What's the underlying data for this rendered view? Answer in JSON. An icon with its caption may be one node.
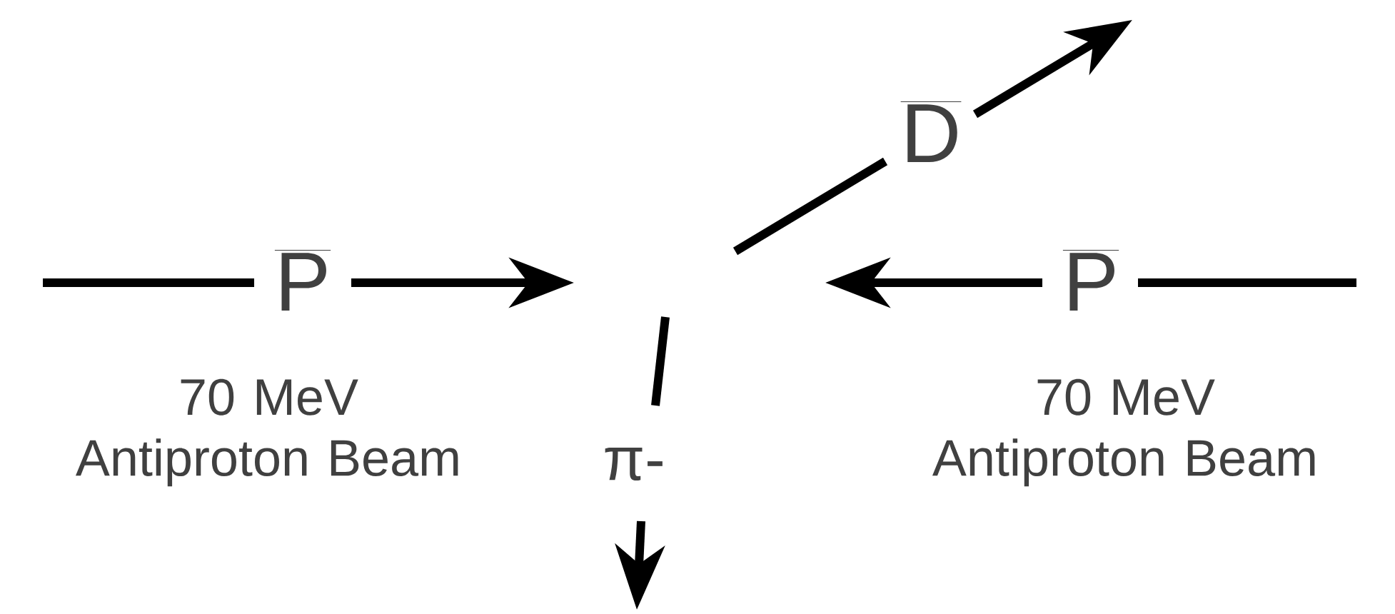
{
  "diagram": {
    "labels": [
      "\\overline{\\mathrm{D}}",
      "\\overline{\\mathrm{P}}",
      "\\overline{\\mathrm{P}}",
      "70 MeV Antiproton Beam",
      "π-",
      "70 MeV Antiproton Beam"
    ]
  }
}
